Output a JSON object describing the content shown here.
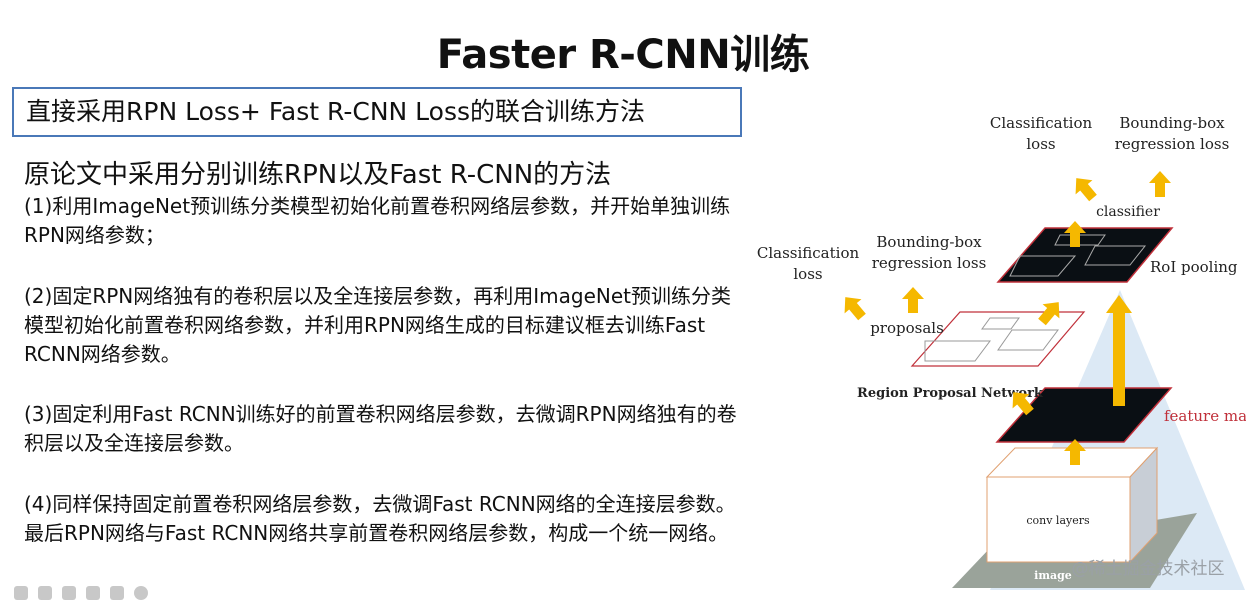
{
  "slide": {
    "title": "Faster R-CNN训练",
    "highlight": "直接采用RPN Loss+ Fast R-CNN Loss的联合训练方法",
    "subtitle": "原论文中采用分别训练RPN以及Fast R-CNN的方法",
    "steps": [
      "(1)利用ImageNet预训练分类模型初始化前置卷积网络层参数，并开始单独训练RPN网络参数；",
      "(2)固定RPN网络独有的卷积层以及全连接层参数，再利用ImageNet预训练分类模型初始化前置卷积网络参数，并利用RPN网络生成的目标建议框去训练Fast RCNN网络参数。",
      "(3)固定利用Fast RCNN训练好的前置卷积网络层参数，去微调RPN网络独有的卷积层以及全连接层参数。",
      "(4)同样保持固定前置卷积网络层参数，去微调Fast RCNN网络的全连接层参数。最后RPN网络与Fast RCNN网络共享前置卷积网络层参数，构成一个统一网络。"
    ]
  },
  "diagram": {
    "top_cls_loss": [
      "Classification",
      "loss"
    ],
    "top_bbox_loss": [
      "Bounding-box",
      "regression loss"
    ],
    "classifier": "classifier",
    "roi_pooling": "RoI pooling",
    "left_cls_loss": [
      "Classification",
      "loss"
    ],
    "left_bbox_loss": [
      "Bounding-box",
      "regression loss"
    ],
    "proposals": "proposals",
    "rpn": "Region Proposal Network",
    "feature_maps": "feature maps",
    "conv_layers": "conv layers",
    "image": "image",
    "watermark": "@稀土掘金技术社区"
  },
  "colors": {
    "arrow": "#f5b800",
    "box_border": "#4a78b8",
    "plane_border": "#c0303a",
    "feature_label": "#c0303a"
  }
}
